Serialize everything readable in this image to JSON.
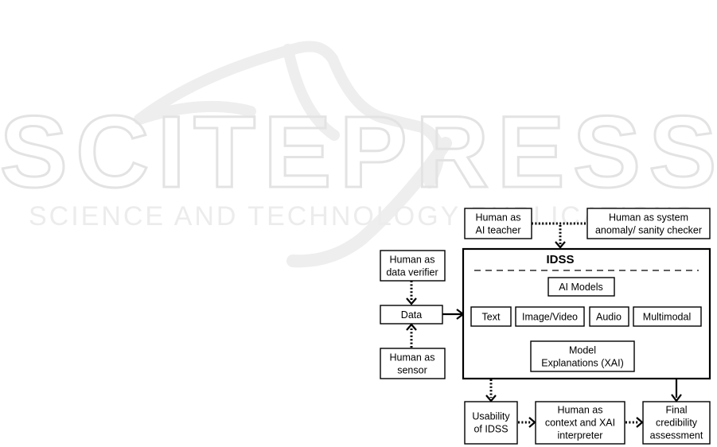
{
  "watermark": {
    "name": "SCITEPRESS",
    "tagline": "SCIENCE AND TECHNOLOGY PUBLICATIONS",
    "color": "#e6e6e6"
  },
  "diagram": {
    "title": "IDSS",
    "nodes": {
      "ai_teacher": [
        "Human as",
        "AI teacher"
      ],
      "anomaly_checker": [
        "Human as system",
        "anomaly/ sanity checker"
      ],
      "data_verifier": [
        "Human as",
        "data verifier"
      ],
      "data": [
        "Data"
      ],
      "sensor": [
        "Human as",
        "sensor"
      ],
      "ai_models": [
        "AI Models"
      ],
      "text": [
        "Text"
      ],
      "image_video": [
        "Image/Video"
      ],
      "audio": [
        "Audio"
      ],
      "multimodal": [
        "Multimodal"
      ],
      "explanations": [
        "Model",
        "Explanations (XAI)"
      ],
      "usability": [
        "Usability",
        "of IDSS"
      ],
      "xai_interpreter": [
        "Human as",
        "context and XAI",
        "interpreter"
      ],
      "final_assessment": [
        "Final",
        "credibility",
        "assessment"
      ]
    }
  }
}
